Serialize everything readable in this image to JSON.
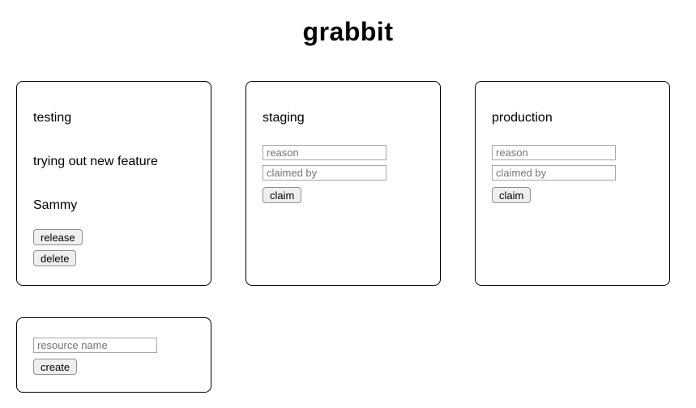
{
  "app": {
    "title": "grabbit"
  },
  "cards": [
    {
      "name": "testing",
      "state": "claimed",
      "reason": "trying out new feature",
      "claimed_by": "Sammy",
      "release_label": "release",
      "delete_label": "delete"
    },
    {
      "name": "staging",
      "state": "unclaimed",
      "reason_placeholder": "reason",
      "claimed_by_placeholder": "claimed by",
      "claim_label": "claim"
    },
    {
      "name": "production",
      "state": "unclaimed",
      "reason_placeholder": "reason",
      "claimed_by_placeholder": "claimed by",
      "claim_label": "claim"
    }
  ],
  "create_card": {
    "resource_name_placeholder": "resource name",
    "create_label": "create"
  },
  "colors": {
    "background": "#ffffff",
    "text": "#000000",
    "card_border": "#000000",
    "input_border": "#a6a6a6",
    "placeholder_text": "#757575",
    "button_background": "#efefef",
    "button_border": "#8f8f8f"
  }
}
